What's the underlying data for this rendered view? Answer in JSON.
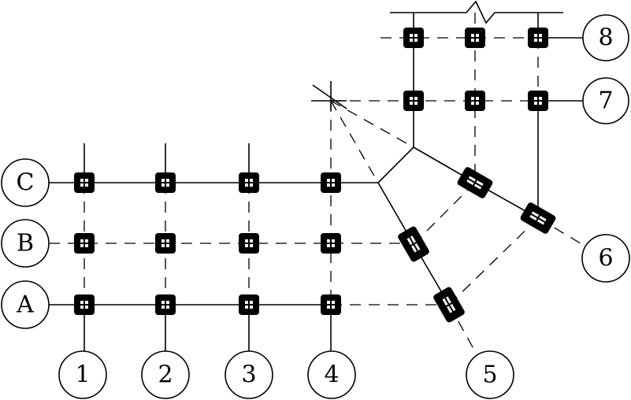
{
  "labels": {
    "rows": [
      "A",
      "B",
      "C"
    ],
    "columns": [
      "1",
      "2",
      "3",
      "4"
    ],
    "radial_axes": [
      "5",
      "6"
    ],
    "wing_rows": [
      "7",
      "8"
    ]
  },
  "colors": {
    "line": "#000000",
    "background": "#ffffff"
  }
}
